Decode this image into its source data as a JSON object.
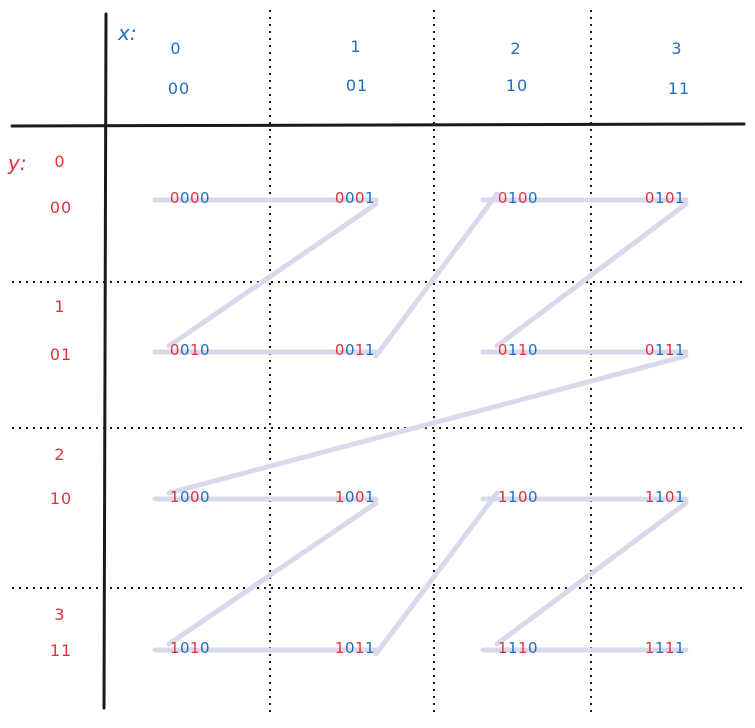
{
  "colors": {
    "x_bits": "#1f6fc5",
    "y_bits": "#e0323c",
    "axis_lines": "#1a1a1a",
    "grid_lines": "#1a1a1a",
    "curve": "#d9d9ec"
  },
  "axes": {
    "x_label": "x:",
    "y_label": "y:"
  },
  "columns": [
    {
      "index": "0",
      "bits": "00"
    },
    {
      "index": "1",
      "bits": "01"
    },
    {
      "index": "2",
      "bits": "10"
    },
    {
      "index": "3",
      "bits": "11"
    }
  ],
  "rows": [
    {
      "index": "0",
      "bits": "00"
    },
    {
      "index": "1",
      "bits": "01"
    },
    {
      "index": "2",
      "bits": "10"
    },
    {
      "index": "3",
      "bits": "11"
    }
  ],
  "cells": [
    {
      "code": "0000",
      "x": 0,
      "y": 0
    },
    {
      "code": "0001",
      "x": 1,
      "y": 0
    },
    {
      "code": "0100",
      "x": 2,
      "y": 0
    },
    {
      "code": "0101",
      "x": 3,
      "y": 0
    },
    {
      "code": "0010",
      "x": 0,
      "y": 1
    },
    {
      "code": "0011",
      "x": 1,
      "y": 1
    },
    {
      "code": "0110",
      "x": 2,
      "y": 1
    },
    {
      "code": "0111",
      "x": 3,
      "y": 1
    },
    {
      "code": "1000",
      "x": 0,
      "y": 2
    },
    {
      "code": "1001",
      "x": 1,
      "y": 2
    },
    {
      "code": "1100",
      "x": 2,
      "y": 2
    },
    {
      "code": "1101",
      "x": 3,
      "y": 2
    },
    {
      "code": "1010",
      "x": 0,
      "y": 3
    },
    {
      "code": "1011",
      "x": 1,
      "y": 3
    },
    {
      "code": "1110",
      "x": 2,
      "y": 3
    },
    {
      "code": "1111",
      "x": 3,
      "y": 3
    }
  ],
  "curve_order": [
    "0000",
    "0001",
    "0010",
    "0011",
    "0100",
    "0101",
    "0110",
    "0111",
    "1000",
    "1001",
    "1010",
    "1011",
    "1100",
    "1101",
    "1110",
    "1111"
  ]
}
